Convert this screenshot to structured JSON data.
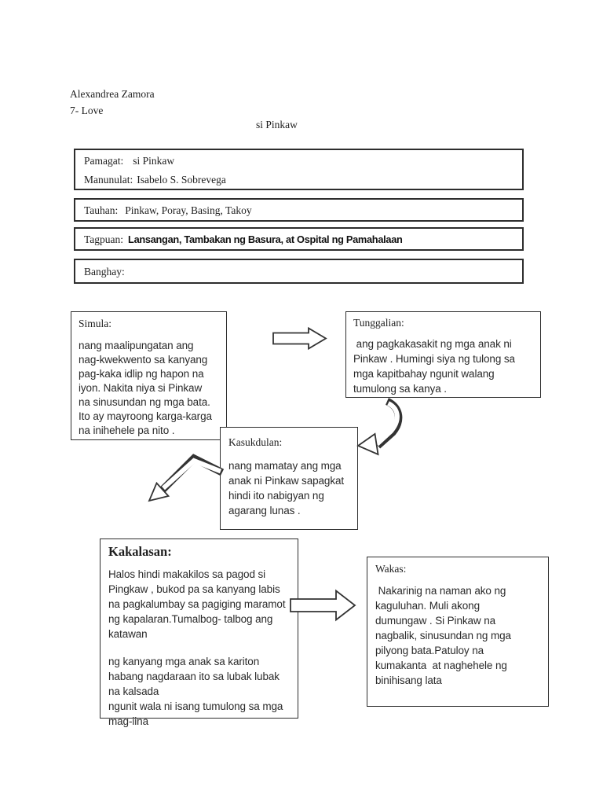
{
  "header": {
    "student_name": "Alexandrea Zamora",
    "section": "7- Love",
    "title": "si Pinkaw"
  },
  "info_boxes": {
    "pamagat_label": "Pamagat:",
    "pamagat_value": "si Pinkaw",
    "manunulat_label": "Manunulat:",
    "manunulat_value": "Isabelo S. Sobrevega",
    "tauhan_label": "Tauhan:",
    "tauhan_value": "Pinkaw, Poray, Basing, Takoy",
    "tagpuan_label": "Tagpuan:",
    "tagpuan_value": "Lansangan, Tambakan ng Basura, at Ospital ng Pamahalaan",
    "banghay_label": "Banghay:"
  },
  "flow": {
    "simula": {
      "label": "Simula:",
      "text": "nang maalipungatan ang\nnag-kwekwento sa kanyang\npag-kaka idlip ng hapon na\niyon. Nakita niya si Pinkaw\nna sinusundan ng mga bata.\nIto ay mayroong karga-karga\nna inihehele pa nito ."
    },
    "tunggalian": {
      "label": "Tunggalian:",
      "text": " ang pagkakasakit ng mga anak ni\nPinkaw . Humingi siya ng tulong sa\nmga kapitbahay ngunit walang\ntumulong sa kanya ."
    },
    "kasukdulan": {
      "label": "Kasukdulan:",
      "text": "nang mamatay ang mga\nanak ni Pinkaw sapagkat\nhindi ito nabigyan ng\nagarang lunas ."
    },
    "kakalasan": {
      "label": "Kakalasan:",
      "text1": "Halos hindi makakilos sa pagod si\nPingkaw , bukod pa sa kanyang labis\nna pagkalumbay sa pagiging maramot\nng kapalaran.Tumalbog- talbog ang\nkatawan",
      "text2": "ng kanyang mga anak sa kariton\nhabang nagdaraan ito sa lubak lubak\nna kalsada\nngunit wala ni isang tumulong sa mga\nmag-iina"
    },
    "wakas": {
      "label": "Wakas:",
      "text": " Nakarinig na naman ako ng\nkaguluhan. Muli akong\ndumungaw . Si Pinkaw na\nnagbalik, sinusundan ng mga\npilyong bata.Patuloy na\nkumakanta  at naghehele ng\nbinihisang lata"
    }
  },
  "icons": {
    "arrow_simula_to_tunggalian": "block-arrow-right",
    "arrow_tunggalian_to_kasukdulan": "curved-arrow-down-left",
    "arrow_kasukdulan_to_kakalasan": "bent-arrow-down-left",
    "arrow_kakalasan_to_wakas": "block-arrow-right"
  },
  "colors": {
    "page_background": "#ffffff",
    "border": "#2d2d2d",
    "text": "#1e1e1e"
  }
}
